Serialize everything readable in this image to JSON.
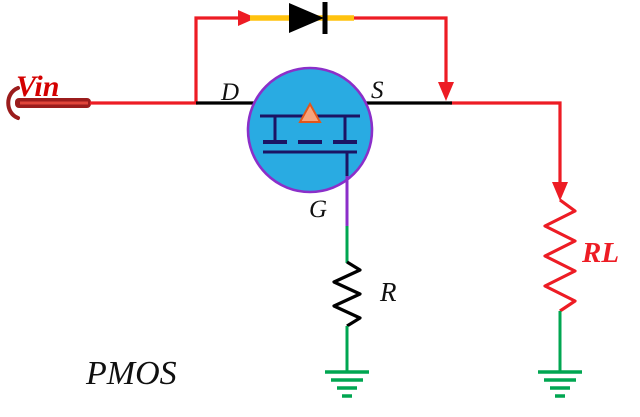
{
  "diagram": {
    "title": "PMOS",
    "labels": {
      "vin": "Vin",
      "drain": "D",
      "source": "S",
      "gate": "G",
      "gate_resistor": "R",
      "load_resistor": "RL",
      "circuit_type": "PMOS"
    },
    "colors": {
      "wire_red": "#ed1c24",
      "connector_dark_red": "#9b1c1c",
      "transistor_fill": "#29abe2",
      "transistor_outline": "#8b2fc9",
      "mosfet_symbol_navy": "#1b1464",
      "body_arrow_orange": "#f9a37a",
      "body_arrow_outline": "#e2571b",
      "diode_wire_yellow": "#ffc20e",
      "diode_black": "#000000",
      "ground_green": "#00a651",
      "resistor_black": "#000000",
      "label_black": "#101010"
    }
  }
}
